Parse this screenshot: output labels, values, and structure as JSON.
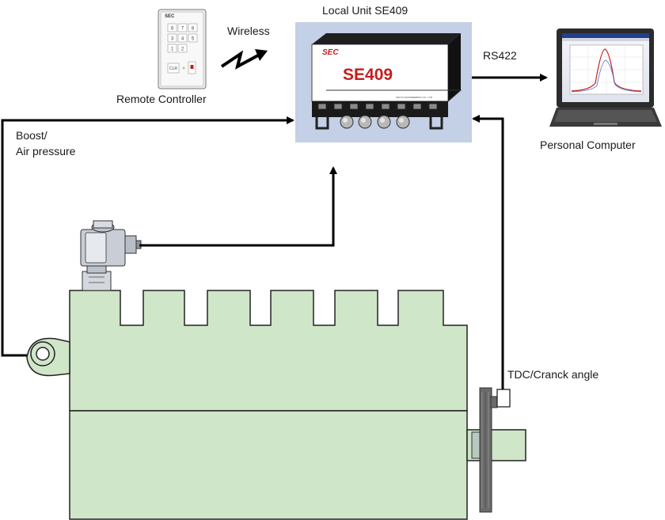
{
  "labels": {
    "remote_controller": "Remote Controller",
    "wireless": "Wireless",
    "local_unit": "Local Unit SE409",
    "rs422": "RS422",
    "personal_computer": "Personal Computer",
    "boost_line1": "Boost/",
    "boost_line2": "Air pressure",
    "tdc": "TDC/Cranck angle"
  },
  "device": {
    "brand": "SEC",
    "model": "SE409",
    "maker": "SHOYO ENGINEERING CO., LTD."
  },
  "remote": {
    "brand": "SEC",
    "keys": [
      "6",
      "7",
      "8",
      "3",
      "4",
      "5",
      "1",
      "2"
    ],
    "clr_key": "CLR"
  },
  "colors": {
    "engine_fill": "#cfe6c8",
    "engine_stroke": "#222222",
    "device_panel": "#c3d0e6",
    "brand_red": "#c41e1e",
    "wire": "#000000"
  }
}
